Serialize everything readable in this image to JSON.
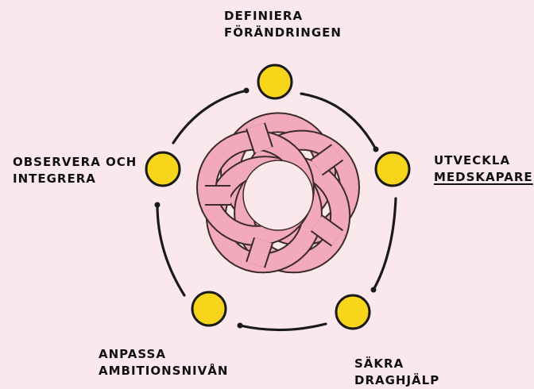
{
  "colors": {
    "background": "#fbe8ec",
    "node_fill": "#f7d51a",
    "node_stroke": "#1a1a1a",
    "ribbon_fill": "#f2a9bc",
    "ribbon_stroke": "#3a2a2a",
    "arc_stroke": "#1a1a1a"
  },
  "steps": [
    {
      "id": "top",
      "lines": [
        "DEFINIERA",
        "FÖRÄNDRINGEN"
      ]
    },
    {
      "id": "right",
      "lines": [
        "UTVECKLA",
        "MEDSKAPARE"
      ]
    },
    {
      "id": "bottom-right",
      "lines": [
        "SÄKRA",
        "DRAGHJÄLP"
      ]
    },
    {
      "id": "bottom-left",
      "lines": [
        "ANPASSA",
        "AMBITIONSNIVÅN"
      ]
    },
    {
      "id": "left",
      "lines": [
        "OBSERVERA OCH",
        "INTEGRERA"
      ]
    }
  ]
}
